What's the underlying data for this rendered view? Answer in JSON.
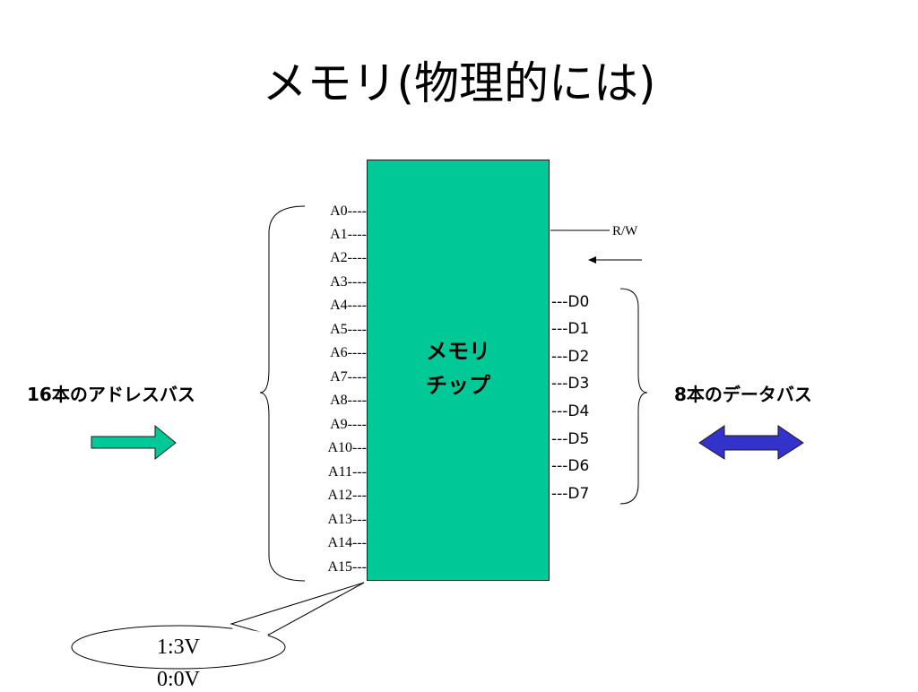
{
  "title": "メモリ(物理的には)",
  "chip": {
    "label_line1": "メモリ",
    "label_line2": "チップ",
    "fill_color": "#00c896"
  },
  "address_pins": [
    "A0----",
    "A1----",
    "A2----",
    "A3----",
    "A4----",
    "A5----",
    "A6----",
    "A7----",
    "A8----",
    "A9----",
    "A10---",
    "A11---",
    "A12---",
    "A13---",
    "A14---",
    "A15---"
  ],
  "data_pins": [
    "---D0",
    "---D1",
    "---D2",
    "---D3",
    "---D4",
    "---D5",
    "---D6",
    "---D7"
  ],
  "rw_label": "R/W",
  "address_bus_label": "16本のアドレスバス",
  "data_bus_label": "8本のデータバス",
  "callout": {
    "line1": "1:3V",
    "line2": "0:0V"
  },
  "colors": {
    "address_arrow": "#00c896",
    "data_arrow": "#3333cc"
  }
}
